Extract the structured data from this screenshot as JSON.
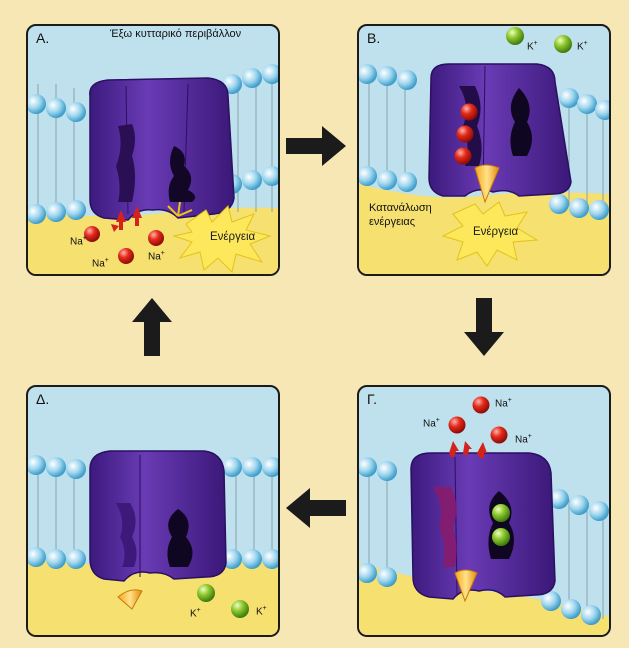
{
  "panels": {
    "a": {
      "letter": "Α.",
      "caption": "Έξω κυτταρικό περιβάλλον",
      "ion1": "Na",
      "ion2": "Na",
      "ion3": "Na",
      "energy": "Ενέργεια"
    },
    "b": {
      "letter": "Β.",
      "ion1": "K",
      "ion2": "K",
      "consumption_line1": "Κατανάλωση",
      "consumption_line2": "ενέργειας",
      "energy": "Ενέργεια"
    },
    "c": {
      "letter": "Γ.",
      "ion1": "Na",
      "ion2": "Na",
      "ion3": "Na"
    },
    "d": {
      "letter": "Δ.",
      "ion1": "K",
      "ion2": "K"
    }
  },
  "charge": "+",
  "colors": {
    "background": "#f6e7b5",
    "outside": "#bfe1ee",
    "inside": "#f5e070",
    "protein": "#5b2ea0",
    "sodium": "#e2231a",
    "potassium": "#86c22c",
    "arrow": "#1b1b1b"
  }
}
